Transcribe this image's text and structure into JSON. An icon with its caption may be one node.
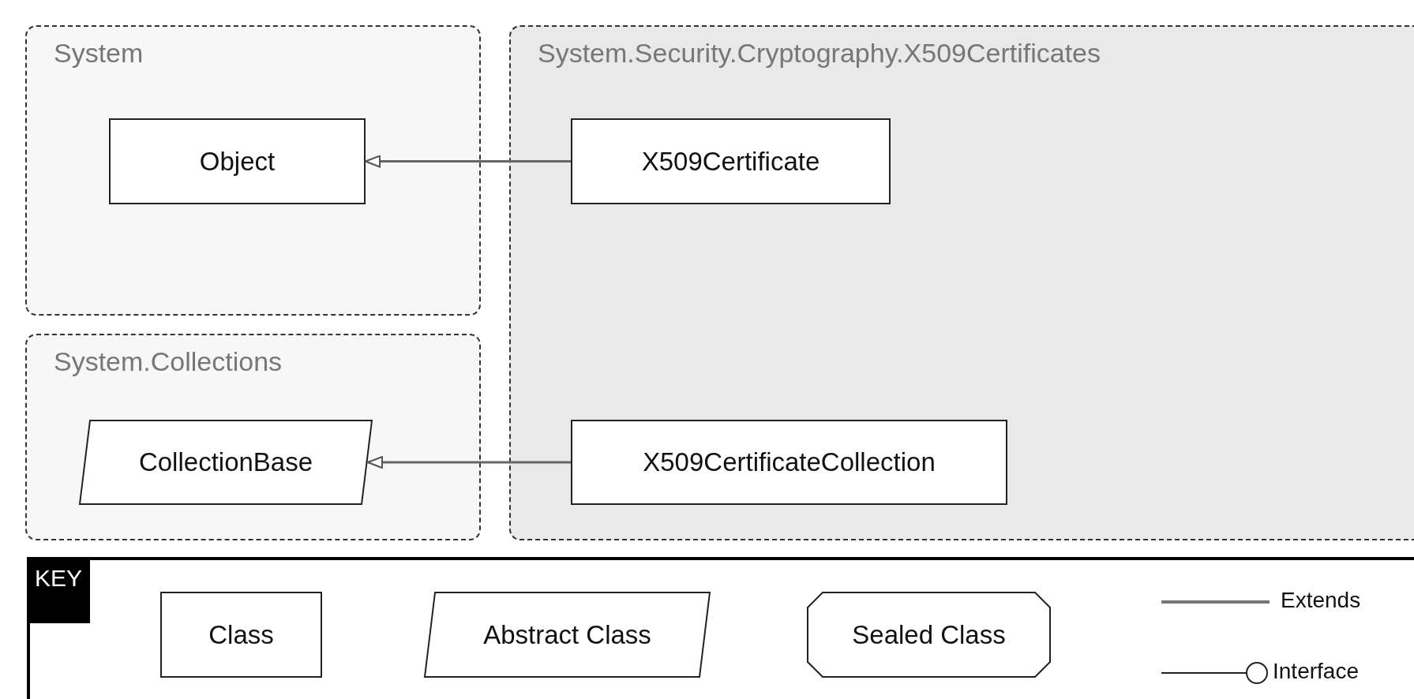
{
  "diagram": {
    "nodes": [
      {
        "text": [
          "System"
        ]
      },
      {
        "text": [
          "Object"
        ],
        "in": 0
      },
      {
        "text": [
          "System.Collections"
        ]
      },
      {
        "text": [
          "CollectionBase"
        ],
        "in": 2
      },
      {
        "text": [
          "System.Security.Cryptography.X509Certificates"
        ]
      },
      {
        "text": [
          "X509Certificate"
        ],
        "in": 4
      },
      {
        "text": [
          "X509CertificateCollection"
        ],
        "in": 4
      },
      {
        "text": [
          "KEY"
        ]
      },
      {
        "text": [
          "Class"
        ],
        "in": 7
      },
      {
        "text": [
          "Abstract Class"
        ],
        "in": 7
      },
      {
        "text": [
          "Sealed Class"
        ],
        "in": 7
      }
    ],
    "edges": [
      {
        "from": 5,
        "to": 1,
        "arrow": "to"
      },
      {
        "from": 6,
        "to": 3,
        "arrow": "to"
      }
    ],
    "legend": [
      {
        "text": "Extends"
      },
      {
        "text": "Interface"
      }
    ]
  }
}
